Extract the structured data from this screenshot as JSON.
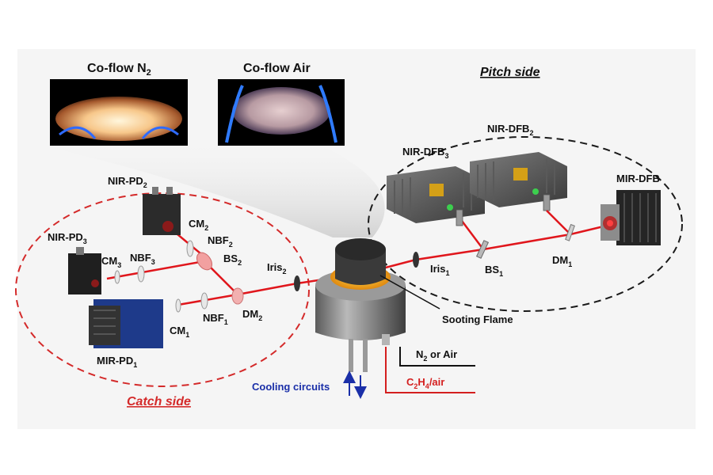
{
  "photos": {
    "left_caption": "Co-flow N",
    "left_sub": "2",
    "right_caption": "Co-flow Air"
  },
  "sides": {
    "pitch": "Pitch side",
    "catch": "Catch side"
  },
  "pitch_components": {
    "dfb3_main": "NIR-DFB",
    "dfb3_sub": "3",
    "dfb2_main": "NIR-DFB",
    "dfb2_sub": "2",
    "mir_dfb": "MIR-DFB",
    "dm1_main": "DM",
    "dm1_sub": "1",
    "bs1_main": "BS",
    "bs1_sub": "1",
    "iris1_main": "Iris",
    "iris1_sub": "1"
  },
  "catch_components": {
    "pd2_main": "NIR-PD",
    "pd2_sub": "2",
    "pd3_main": "NIR-PD",
    "pd3_sub": "3",
    "mirpd1_main": "MIR-PD",
    "mirpd1_sub": "1",
    "cm2_main": "CM",
    "cm2_sub": "2",
    "cm3_main": "CM",
    "cm3_sub": "3",
    "cm1_main": "CM",
    "cm1_sub": "1",
    "nbf2_main": "NBF",
    "nbf2_sub": "2",
    "nbf3_main": "NBF",
    "nbf3_sub": "3",
    "nbf1_main": "NBF",
    "nbf1_sub": "1",
    "bs2_main": "BS",
    "bs2_sub": "2",
    "dm2_main": "DM",
    "dm2_sub": "2",
    "iris2_main": "Iris",
    "iris2_sub": "2"
  },
  "burner": {
    "flame_label": "Sooting Flame",
    "gas_n2_a": "N",
    "gas_n2_sub": "2",
    "gas_n2_b": " or Air",
    "fuel_a": "C",
    "fuel_sub1": "2",
    "fuel_b": "H",
    "fuel_sub2": "4",
    "fuel_c": "/air",
    "cooling": "Cooling circuits"
  },
  "colors": {
    "laser": "#e0161c",
    "catch_dash": "#d42a2a",
    "pitch_dash": "#1a1a1a",
    "cooling_text": "#1a2fa8",
    "fuel_text": "#d41f1f"
  }
}
